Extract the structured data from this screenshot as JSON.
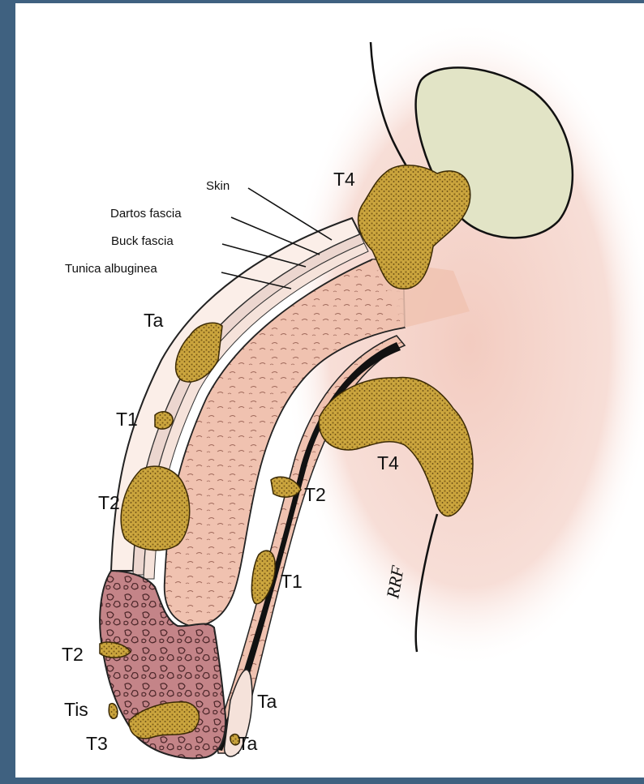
{
  "colors": {
    "frame": "#3f6180",
    "skin_pink": "#f2c9bd",
    "shaft_pink": "#f0c3b2",
    "glans": "#c98a8e",
    "pubic_bone": "#e2e4c6",
    "tumor": "#c2a03a"
  },
  "layer_labels": {
    "skin": "Skin",
    "dartos": "Dartos fascia",
    "buck": "Buck fascia",
    "tunica": "Tunica albuginea"
  },
  "stage_labels": {
    "t4_top": "T4",
    "ta_upper": "Ta",
    "t1_upper": "T1",
    "t2_upper": "T2",
    "t4_mid": "T4",
    "t2_right": "T2",
    "t1_right": "T1",
    "t2_lower": "T2",
    "tis": "Tis",
    "ta_right": "Ta",
    "t3": "T3",
    "ta_bottom": "Ta"
  },
  "signature": "RRF"
}
